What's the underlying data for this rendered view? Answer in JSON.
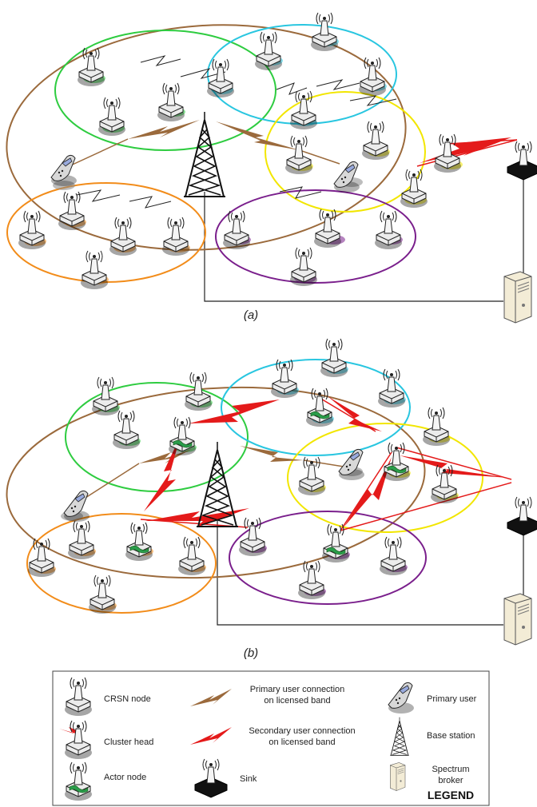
{
  "figure": {
    "caption_a": "(a)",
    "caption_b": "(b)"
  },
  "cluster_colors": {
    "green": "#2ecc40",
    "cyan": "#29c6e0",
    "yellow": "#f2e600",
    "orange": "#f28c1a",
    "purple": "#7a1f8c",
    "brown": "#9b6a3c"
  },
  "link_colors": {
    "primary": "#9b6a3c",
    "secondary": "#e41a1a",
    "wire": "#222222"
  },
  "legend": {
    "title": "LEGEND",
    "crsn_node": "CRSN node",
    "cluster_head": "Cluster head",
    "actor_node": "Actor node",
    "primary_connection_line1": "Primary user connection",
    "primary_connection_line2": "on licensed band",
    "secondary_connection_line1": "Secondary user connection",
    "secondary_connection_line2": "on licensed band",
    "sink": "Sink",
    "primary_user": "Primary user",
    "base_station": "Base station",
    "spectrum_broker_line1": "Spectrum",
    "spectrum_broker_line2": "broker"
  },
  "icons": [
    "crsn-node-icon",
    "cluster-head-icon",
    "actor-node-icon",
    "primary-user-icon",
    "base-station-icon",
    "sink-icon",
    "spectrum-broker-icon"
  ]
}
